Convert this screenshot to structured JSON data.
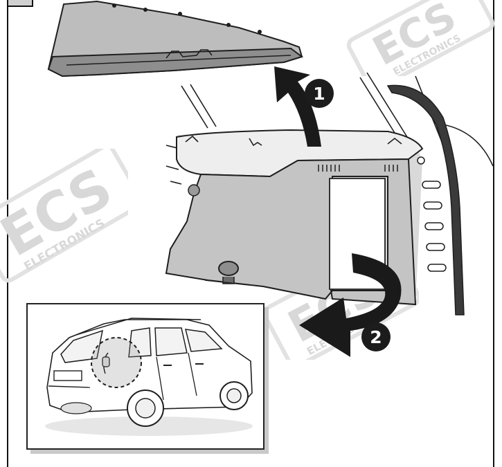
{
  "watermark": {
    "brand": "ECS",
    "tagline": "ELECTRONICS"
  },
  "steps": [
    {
      "number": "1"
    },
    {
      "number": "2"
    }
  ],
  "colors": {
    "panel_fill": "#bfbfbf",
    "panel_dark": "#8e8e8e",
    "arrow": "#1a1a1a",
    "line": "#1e1e1e",
    "watermark": "#d8d8d8",
    "seal": "#3a3a3a"
  },
  "icons": {
    "arrow_up": "curved-arrow-up",
    "arrow_rotate": "curved-arrow-rotate",
    "detail_highlight": "dashed-circle"
  }
}
